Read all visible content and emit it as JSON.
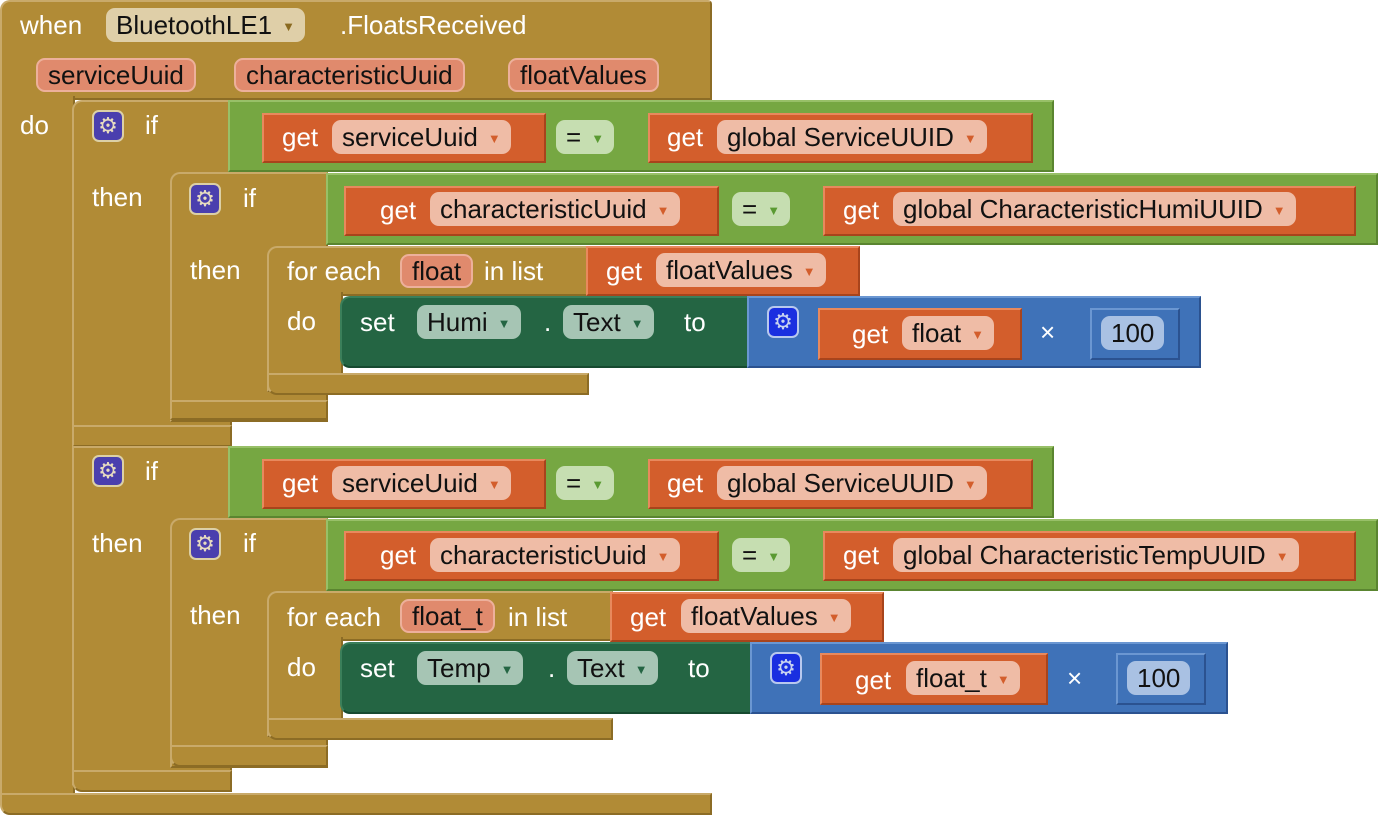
{
  "event": {
    "when": "when",
    "component": "BluetoothLE1",
    "event_name": ".FloatsReceived",
    "params": [
      "serviceUuid",
      "characteristicUuid",
      "floatValues"
    ],
    "do": "do"
  },
  "keywords": {
    "if": "if",
    "then": "then",
    "do": "do",
    "get": "get",
    "set": "set",
    "to": "to",
    "for_each": "for each",
    "in_list": "in list",
    "dot": ".",
    "eq": "=",
    "times": "×"
  },
  "blocks": [
    {
      "outer_cond_left": "serviceUuid",
      "outer_cond_right": "global ServiceUUID",
      "inner_cond_left": "characteristicUuid",
      "inner_cond_right": "global CharacteristicHumiUUID",
      "loop_var": "float",
      "list_var": "floatValues",
      "set_component": "Humi",
      "set_property": "Text",
      "mult_var": "float",
      "mult_num": "100"
    },
    {
      "outer_cond_left": "serviceUuid",
      "outer_cond_right": "global ServiceUUID",
      "inner_cond_left": "characteristicUuid",
      "inner_cond_right": "global CharacteristicTempUUID",
      "loop_var": "float_t",
      "list_var": "floatValues",
      "set_component": "Temp",
      "set_property": "Text",
      "mult_var": "float_t",
      "mult_num": "100"
    }
  ],
  "colors": {
    "control": "#b18b36",
    "logic": "#76a742",
    "variable": "#d35e2c",
    "component": "#246543",
    "math": "#3f72b8"
  }
}
